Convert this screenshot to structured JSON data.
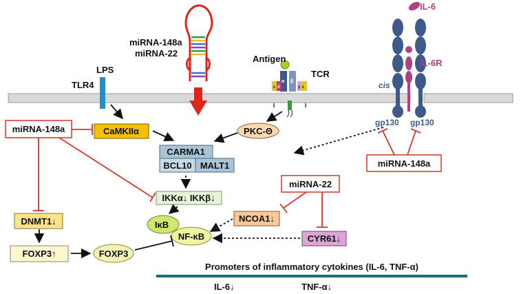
{
  "labels": {
    "lps": "LPS",
    "tlr4": "TLR4",
    "mirna_148a_top": "miRNA-148a",
    "mirna_22_top": "miRNA-22",
    "antigen": "Antigen",
    "tcr": "TCR",
    "il6": "IL-6",
    "il6r": "IL-6R",
    "cis": "cis",
    "gp130_left": "gp130",
    "gp130_right": "gp130",
    "mirna_148a_left": "miRNA-148a",
    "camk": "CaMKIIα",
    "pkc": "PKC-Θ",
    "carma1": "CARMA1",
    "bcl10": "BCL10",
    "malt1": "MALT1",
    "mirna_148a_right": "miRNA-148a",
    "ikk": "IKKα↓ IKKβ↓",
    "mirna_22_box": "miRNA-22",
    "ncoa1": "NCOA1↓",
    "cyr61": "CYR61↓",
    "dnmt1": "DNMT1↓",
    "ikb": "IκB",
    "nfkb": "NF-κB",
    "foxp3_up": "FOXP3↑",
    "foxp3": "FOXP3",
    "promoters": "Promoters of inflammatory cytokines (IL-6, TNF-α)",
    "il6_down": "IL-6↓",
    "tnf_down": "TNF-α↓",
    "tcr_alpha": "α",
    "tcr_beta": "β",
    "cd3_e1": "ε",
    "cd3_d": "δ",
    "cd3_g": "γ",
    "cd3_e2": "ε"
  },
  "colors": {
    "membrane": "#d9d9d9",
    "tlr4": "#1f8fcf",
    "hairpin": "#e0251b",
    "mirna_box_border": "#d9342b",
    "inhibit": "#d9342b",
    "camk_fill": "#f5c000",
    "pkc_fill": "#fbd9b0",
    "carma_fill": "#a9c4d6",
    "ikk_fill": "#e6f4dc",
    "ncoa1_fill": "#fbc89a",
    "cyr61_fill": "#d9a6d6",
    "dnmt1_fill": "#fbe38a",
    "foxp3_up_fill": "#fdf6d0",
    "foxp3_fill": "#f5f2b8",
    "ikb_fill": "#cde86a",
    "nfkb_fill": "#f0f4a0",
    "promoter_line": "#1a6b7a",
    "receptor": "#3d5a8a",
    "il6": "#b0407e",
    "antigen": "#9ed12c"
  }
}
